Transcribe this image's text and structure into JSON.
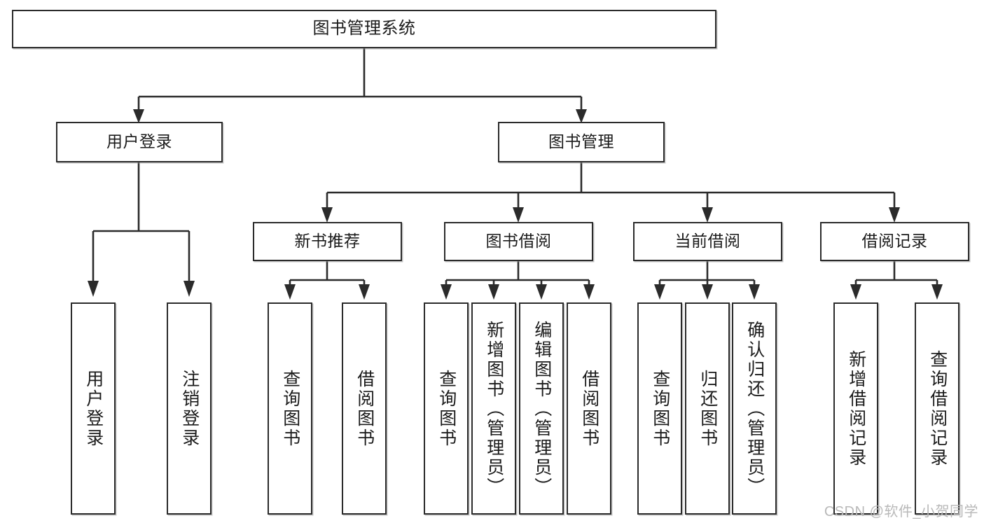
{
  "diagram": {
    "type": "tree",
    "title": "图书管理系统",
    "orientation": "top-down",
    "colors": {
      "background": "#ffffff",
      "node_border": "#2b2b2b",
      "node_fill": "#ffffff",
      "edge": "#2b2b2b",
      "text": "#1b1b1b",
      "watermark": "#b9b9b9"
    }
  },
  "watermark": {
    "text": "CSDN @软件_小贺同学"
  },
  "nodes": {
    "root": {
      "label": "图书管理系统"
    },
    "level2": [
      {
        "id": "user-login",
        "label": "用户登录"
      },
      {
        "id": "book-manage",
        "label": "图书管理"
      }
    ],
    "level3": [
      {
        "id": "new-book-recommend",
        "label": "新书推荐"
      },
      {
        "id": "book-borrow",
        "label": "图书借阅"
      },
      {
        "id": "current-borrow",
        "label": "当前借阅"
      },
      {
        "id": "borrow-record",
        "label": "借阅记录"
      }
    ],
    "leaves": [
      {
        "id": "leaf-user-login",
        "label": "用户登录",
        "parent": "user-login"
      },
      {
        "id": "leaf-logout",
        "label": "注销登录",
        "parent": "user-login"
      },
      {
        "id": "leaf-query-book-1",
        "label": "查询图书",
        "parent": "new-book-recommend"
      },
      {
        "id": "leaf-borrow-book-1",
        "label": "借阅图书",
        "parent": "new-book-recommend"
      },
      {
        "id": "leaf-query-book-2",
        "label": "查询图书",
        "parent": "book-borrow"
      },
      {
        "id": "leaf-add-book",
        "label": "新增图书（管理员）",
        "parent": "book-borrow"
      },
      {
        "id": "leaf-edit-book",
        "label": "编辑图书（管理员）",
        "parent": "book-borrow"
      },
      {
        "id": "leaf-borrow-book-2",
        "label": "借阅图书",
        "parent": "book-borrow"
      },
      {
        "id": "leaf-query-book-3",
        "label": "查询图书",
        "parent": "current-borrow"
      },
      {
        "id": "leaf-return-book",
        "label": "归还图书",
        "parent": "current-borrow"
      },
      {
        "id": "leaf-confirm-return",
        "label": "确认归还（管理员）",
        "parent": "current-borrow"
      },
      {
        "id": "leaf-add-record",
        "label": "新增借阅记录",
        "parent": "borrow-record"
      },
      {
        "id": "leaf-query-record",
        "label": "查询借阅记录",
        "parent": "borrow-record"
      }
    ]
  }
}
